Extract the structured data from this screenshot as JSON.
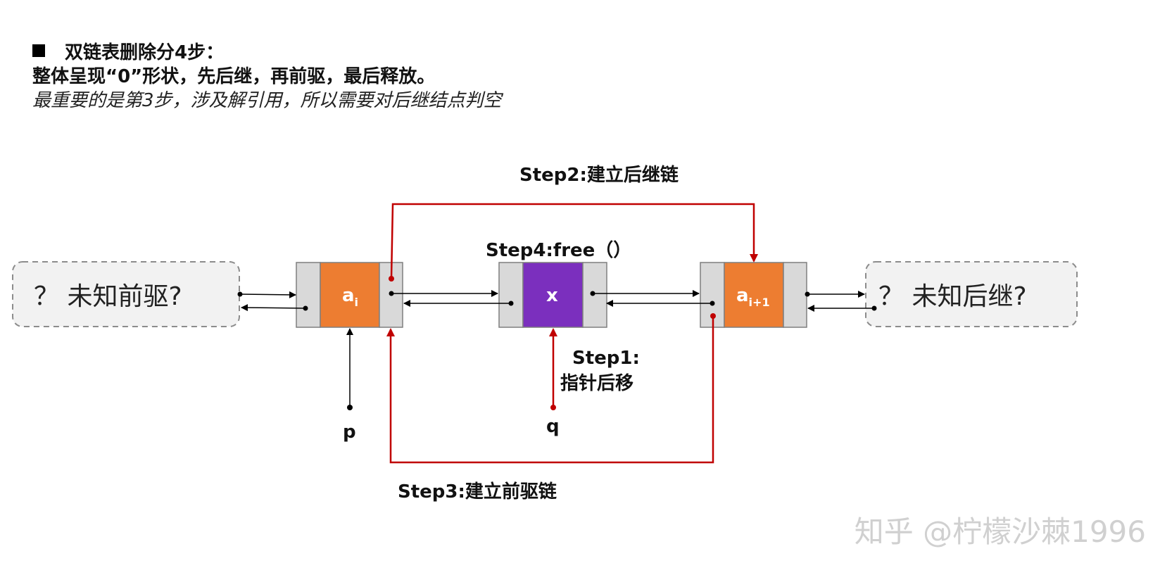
{
  "heading": {
    "line1": "双链表删除分4步：",
    "line2": "整体呈现“0”形状，先后继，再前驱，最后释放。",
    "line3": "最重要的是第3步，涉及解引用，所以需要对后继结点判空"
  },
  "unknown_pred": "？ 未知前驱?",
  "unknown_succ": "？ 未知后继?",
  "node_ai": {
    "main": "a",
    "sub": "i"
  },
  "node_x": {
    "main": "x"
  },
  "node_ai1": {
    "main": "a",
    "sub": "i+1"
  },
  "pointer_p": "p",
  "pointer_q": "q",
  "steps": {
    "step1_line1": "Step1:",
    "step1_line2": "指针后移",
    "step2": "Step2:建立后继链",
    "step3": "Step3:建立前驱链",
    "step4": "Step4:free（）"
  },
  "colors": {
    "orange": "#ED7D31",
    "purple": "#7B2FBE",
    "gray_cell": "#D9D9D9",
    "red_link": "#C00000"
  },
  "watermark": "知乎 @柠檬沙棘1996"
}
